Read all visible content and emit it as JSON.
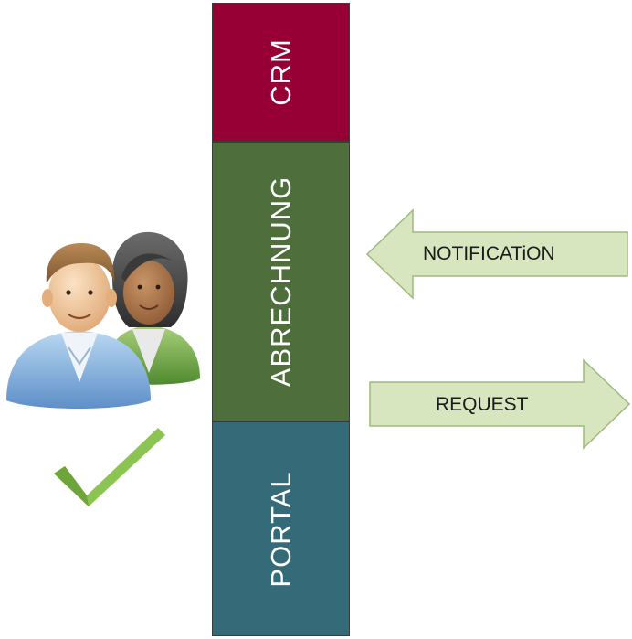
{
  "blocks": {
    "crm": "CRM",
    "abrechnung": "ABRECHNUNG",
    "portal": "PORTAL"
  },
  "arrows": {
    "notification": "NOTIFICATiON",
    "request": "REQUEST"
  },
  "icons": {
    "users": "users-icon",
    "check": "checkmark-icon"
  },
  "colors": {
    "crm": "#960034",
    "abrechnung": "#4e6e3c",
    "portal": "#356a78",
    "arrow_fill": "#d8e6bf",
    "arrow_border": "#9eb97d",
    "check": "#7ab640"
  }
}
